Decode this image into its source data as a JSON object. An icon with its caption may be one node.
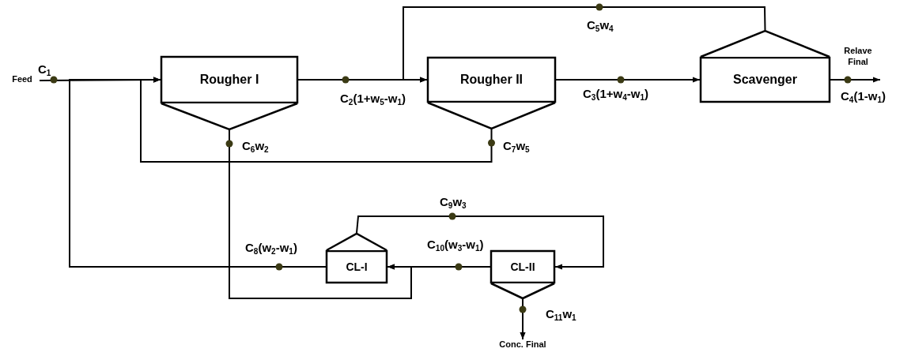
{
  "diagram": {
    "nodes": [
      {
        "text": [
          "Feed"
        ]
      },
      {
        "text": [
          "Rougher I"
        ]
      },
      {
        "text": [
          "Rougher II"
        ]
      },
      {
        "text": [
          "Scavenger"
        ]
      },
      {
        "text": [
          "CL-I"
        ]
      },
      {
        "text": [
          "CL-II"
        ]
      },
      {
        "text": [
          "Relave Final"
        ]
      },
      {
        "text": [
          "Conc. Final"
        ]
      }
    ],
    "edges": [
      {
        "from": 0,
        "to": 1,
        "arrow": "to",
        "label": "C$_{1}$"
      },
      {
        "from": 1,
        "to": 2,
        "arrow": "to",
        "label": "C$_{2}$(1+w$_{5}$-w$_{1}$)"
      },
      {
        "from": 2,
        "to": 3,
        "arrow": "to",
        "label": "C$_{3}$(1+w$_{4}$-w$_{1}$)"
      },
      {
        "from": 3,
        "to": 6,
        "arrow": "to",
        "label": "C$_{4}$(1-w$_{1}$)"
      },
      {
        "from": 3,
        "to": 2,
        "arrow": "to",
        "label": "C$_{5}$w$_{4}$"
      },
      {
        "from": 1,
        "to": 4,
        "arrow": "to",
        "label": "C$_{6}$w$_{2}$"
      },
      {
        "from": 2,
        "to": 1,
        "arrow": "to",
        "label": "C$_{7}$w$_{5}$"
      },
      {
        "from": 4,
        "to": 1,
        "arrow": "to",
        "label": "C$_{8}$(w$_{2}$-w$_{1}$)"
      },
      {
        "from": 4,
        "to": 5,
        "arrow": "to",
        "label": "C$_{9}$w$_{3}$"
      },
      {
        "from": 5,
        "to": 4,
        "arrow": "to",
        "label": "C$_{10}$(w$_{3}$-w$_{1}$)"
      },
      {
        "from": 5,
        "to": 7,
        "arrow": "to",
        "label": "C$_{11}$w$_{1}$"
      }
    ]
  }
}
